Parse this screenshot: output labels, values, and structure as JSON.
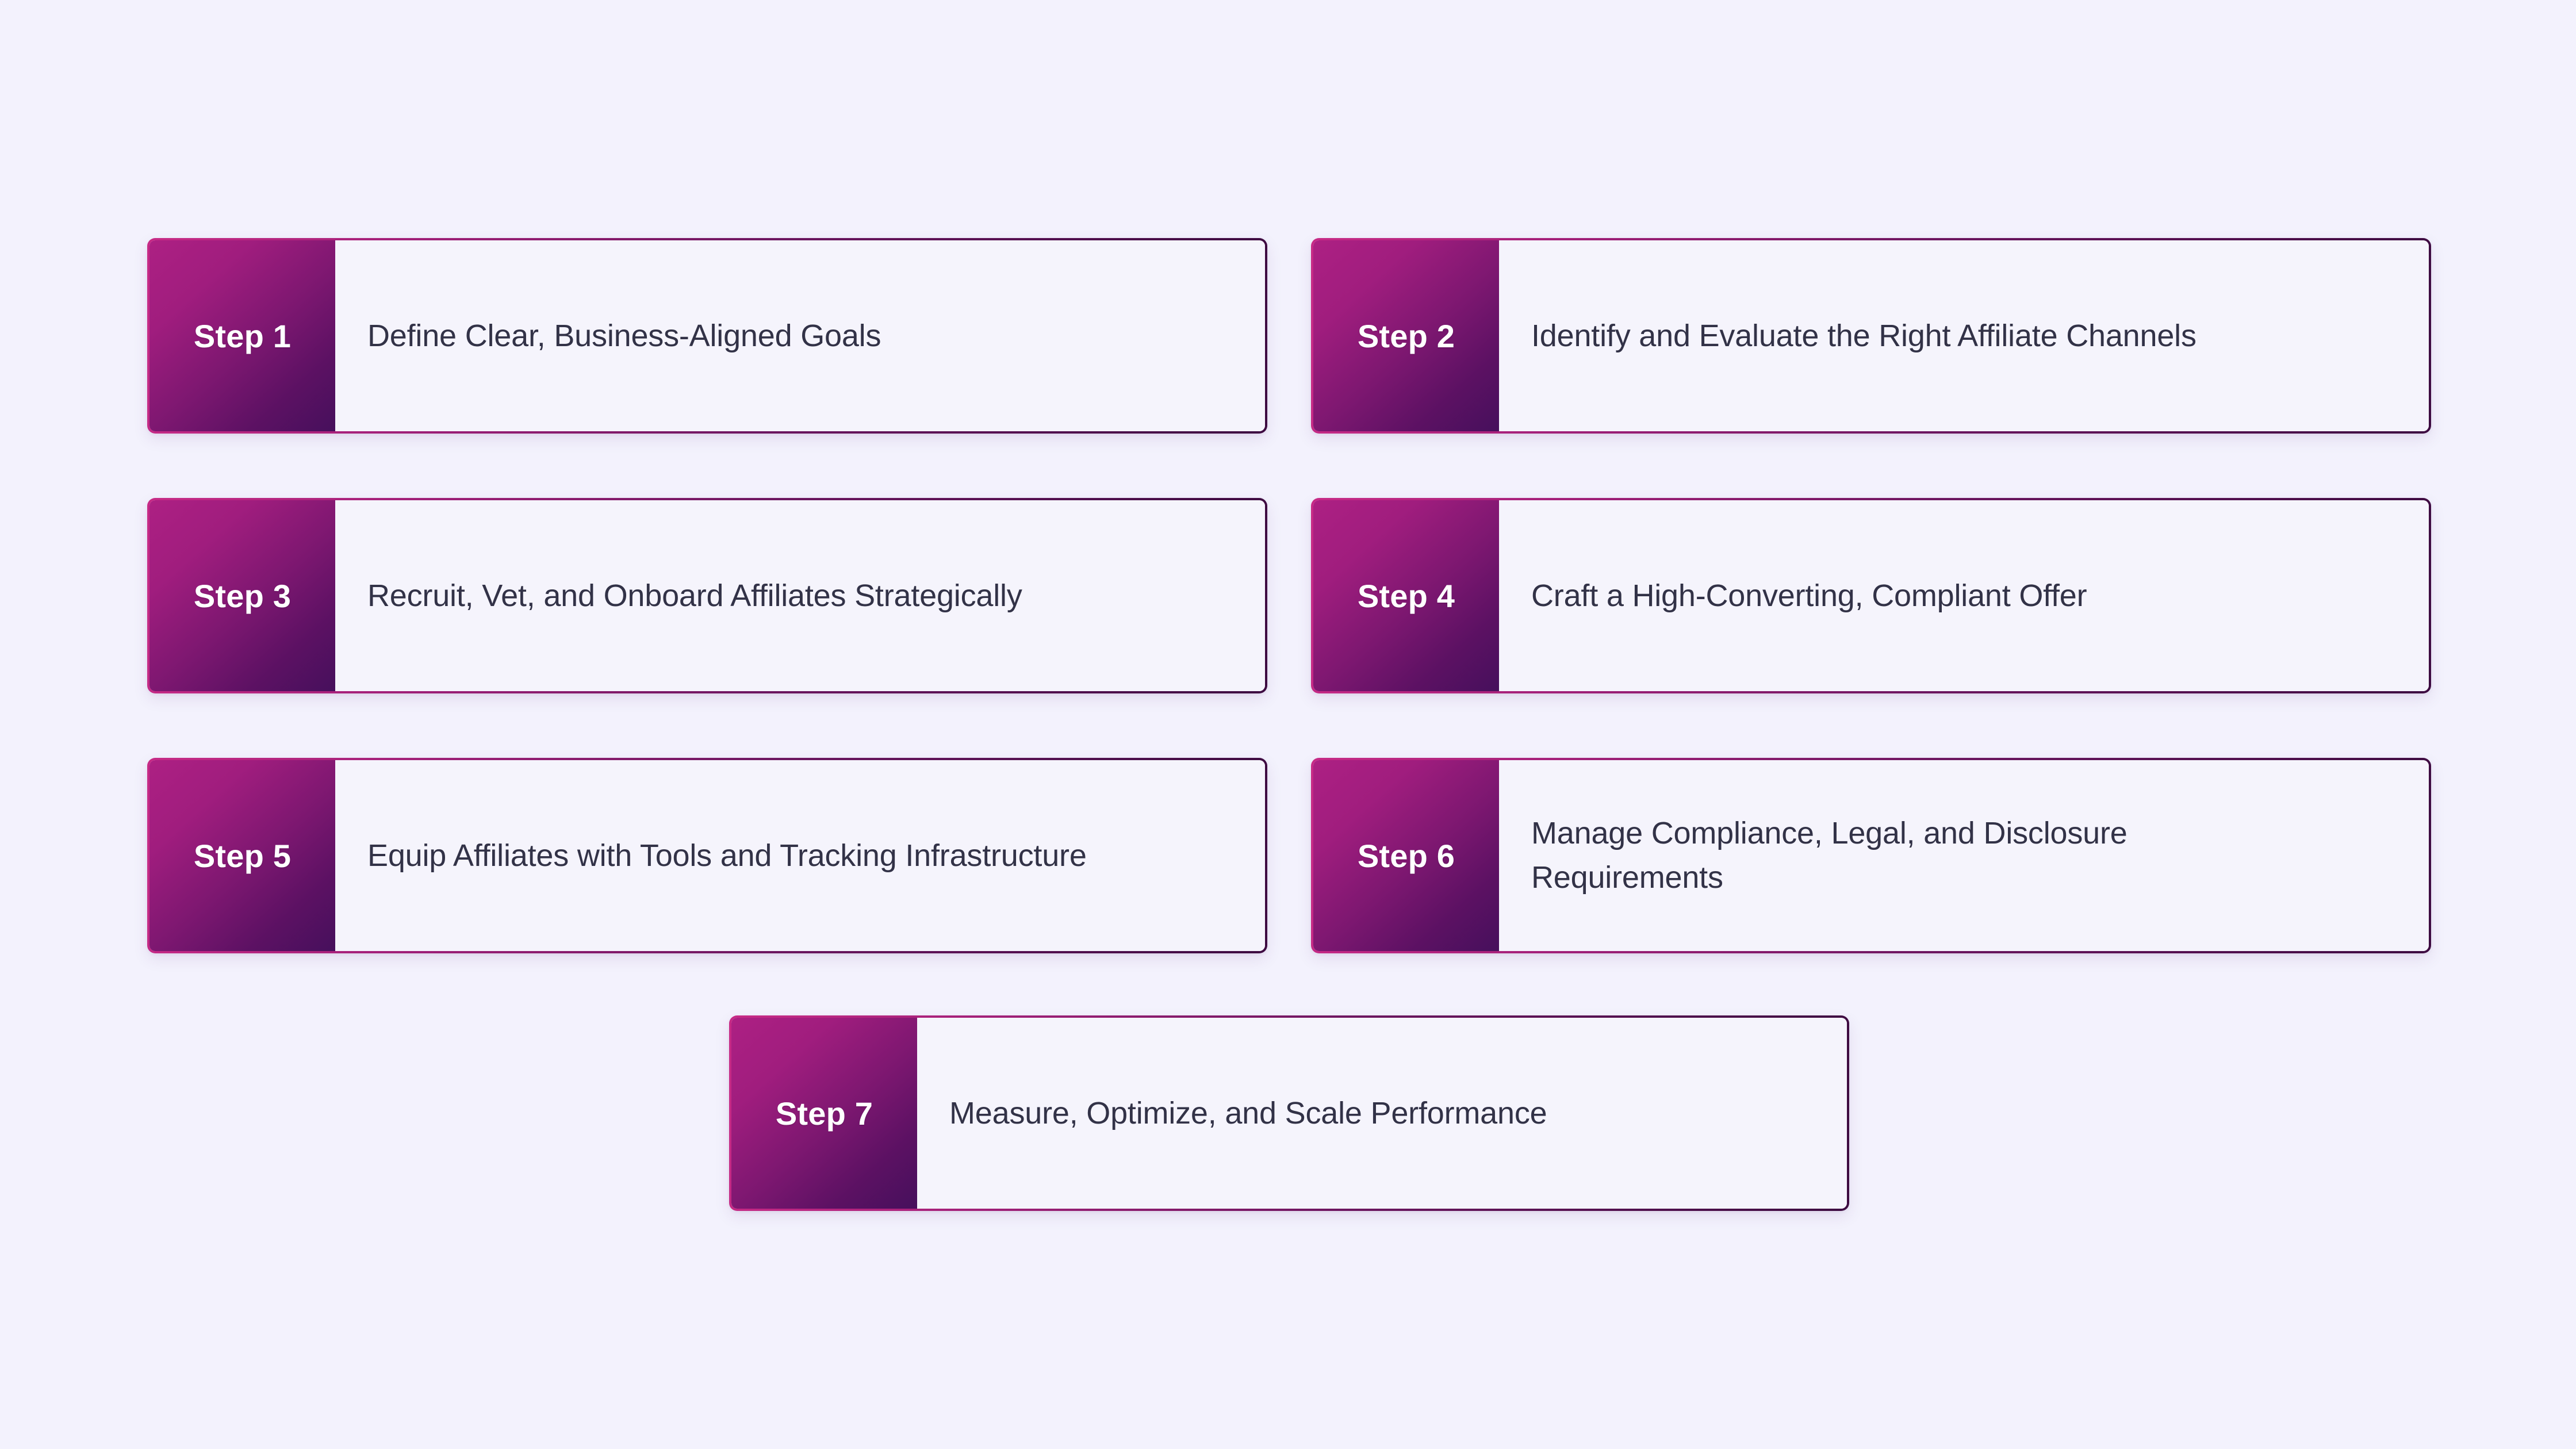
{
  "theme": {
    "page_background": "#f3f2fd",
    "card_background": "#f5f4fc",
    "badge_gradient_start": "#ad2083",
    "badge_gradient_end": "#46105c",
    "border_gradient_start": "#c72a86",
    "border_gradient_end": "#3d0b41",
    "title_text_color": "#323247",
    "badge_text_color": "#ffffff"
  },
  "diagram": {
    "type": "step-list",
    "layout": "two-column-grid-with-centered-final-step",
    "step_count": 7,
    "steps": [
      {
        "badge": "Step 1",
        "title": "Define Clear, Business-Aligned Goals"
      },
      {
        "badge": "Step 2",
        "title": "Identify and Evaluate the Right Affiliate Channels"
      },
      {
        "badge": "Step 3",
        "title": "Recruit, Vet, and Onboard Affiliates Strategically"
      },
      {
        "badge": "Step 4",
        "title": "Craft a High-Converting, Compliant Offer"
      },
      {
        "badge": "Step 5",
        "title": "Equip Affiliates with Tools and Tracking Infrastructure"
      },
      {
        "badge": "Step 6",
        "title": "Manage Compliance, Legal, and Disclosure Requirements"
      },
      {
        "badge": "Step 7",
        "title": "Measure, Optimize, and Scale Performance"
      }
    ]
  }
}
